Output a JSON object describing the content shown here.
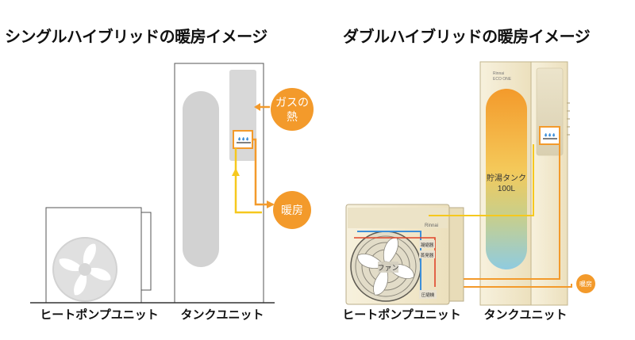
{
  "titles": {
    "single": "シングルハイブリッドの暖房イメージ",
    "double": "ダブルハイブリッドの暖房イメージ"
  },
  "single": {
    "gas_heat_line1": "ガスの",
    "gas_heat_line2": "熱",
    "heating": "暖房",
    "heat_pump_label": "ヒートポンプユニット",
    "tank_label": "タンクユニット"
  },
  "double": {
    "tank_text_line1": "貯湯タンク",
    "tank_text_line2": "100L",
    "fan": "ファン",
    "heating": "暖房",
    "compressor": "圧縮機",
    "condenser": "凝縮器",
    "evaporator": "蒸発器",
    "brand": "Rinnai",
    "tank_brand": "Rinnai",
    "tank_model": "ECO ONE",
    "heat_pump_label": "ヒートポンプユニット",
    "tank_label": "タンクユニット"
  },
  "colors": {
    "orange": "#f39a2b",
    "yellow": "#f6c81e",
    "red": "#e0452a",
    "blue": "#3d8fd9",
    "unit_beige": "#f4ecd4",
    "gray": "#cfcfcf"
  }
}
